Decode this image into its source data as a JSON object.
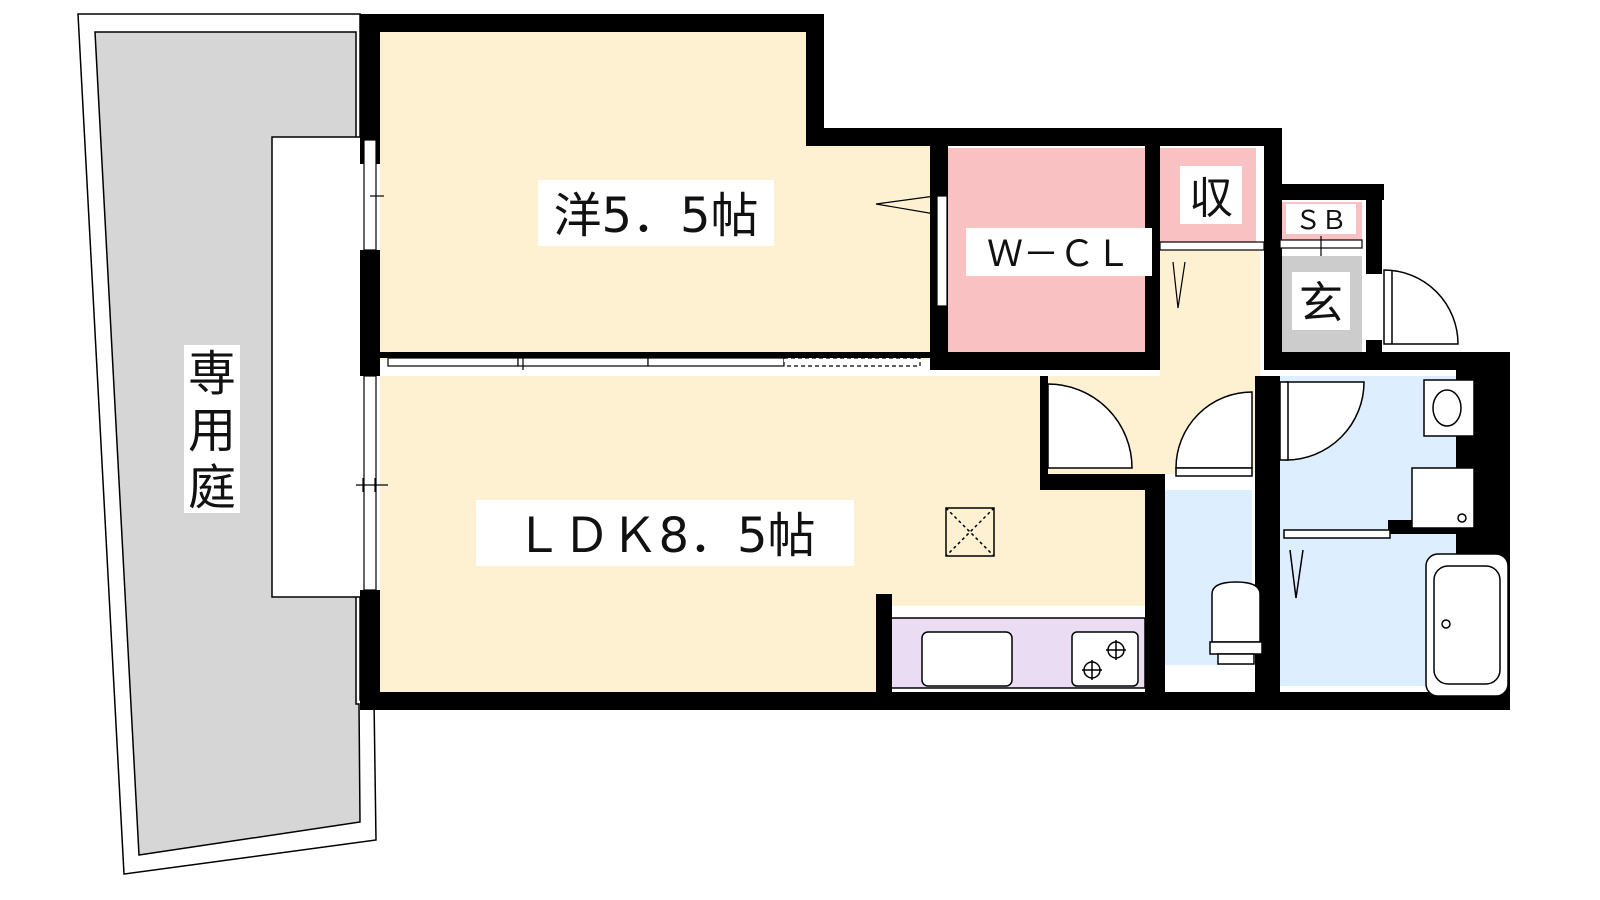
{
  "rooms": {
    "garden": "専用庭",
    "western_room": "洋5．5帖",
    "ldk": "ＬＤＫ8．5帖",
    "walk_in_closet": "Ｗ－ＣＬ",
    "storage": "収",
    "shoe_box": "ＳＢ",
    "entrance": "玄"
  },
  "colors": {
    "living": "#fdf1d2",
    "closet": "#f9c1c1",
    "wet": "#dceeff",
    "kitchen": "#eadcf3",
    "garden": "#d6d6d6",
    "entrance": "#cccccc",
    "wall": "#000000"
  }
}
